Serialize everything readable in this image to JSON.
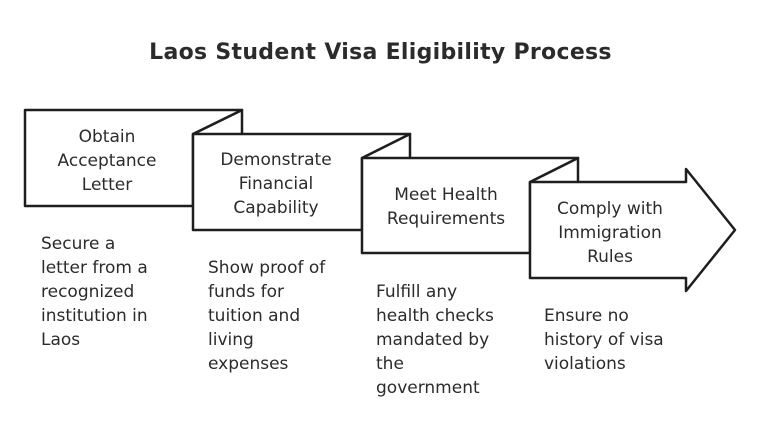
{
  "title": "Laos Student Visa Eligibility Process",
  "steps": [
    {
      "label": "Obtain\nAcceptance\nLetter",
      "description": "Secure a\nletter from a\nrecognized\ninstitution in\nLaos"
    },
    {
      "label": "Demonstrate\nFinancial\nCapability",
      "description": "Show proof of\nfunds for\ntuition and\nliving\nexpenses"
    },
    {
      "label": "Meet Health\nRequirements",
      "description": "Fulfill any\nhealth checks\nmandated by\nthe\ngovernment"
    },
    {
      "label": "Comply with\nImmigration\nRules",
      "description": "Ensure no\nhistory of visa\nviolations"
    }
  ]
}
